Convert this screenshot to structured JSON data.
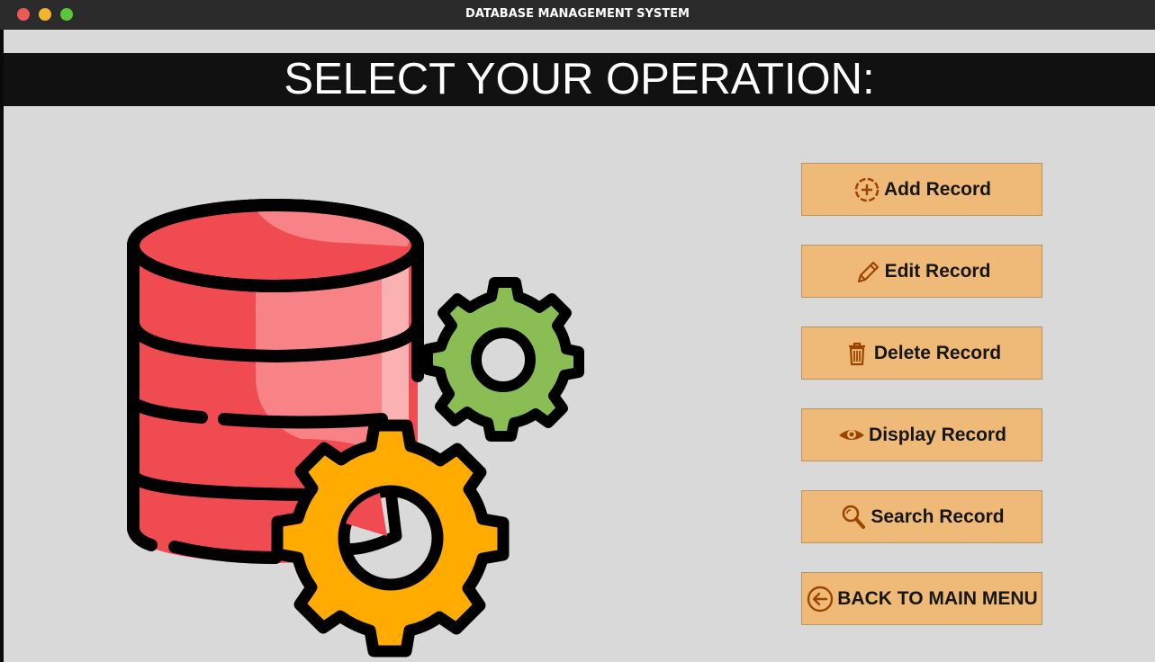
{
  "window": {
    "title": "DATABASE MANAGEMENT SYSTEM"
  },
  "header": {
    "title": "SELECT YOUR OPERATION:"
  },
  "illustration": {
    "icon": "database-gears-icon",
    "colors": {
      "database": "#f04b51",
      "database_highlight": "#f78386",
      "small_gear": "#8bbd55",
      "large_gear": "#ffab00",
      "outline": "#000000"
    }
  },
  "operations": [
    {
      "label": "Add Record",
      "icon": "add-circle-icon"
    },
    {
      "label": "Edit Record",
      "icon": "pencil-icon"
    },
    {
      "label": "Delete Record",
      "icon": "trash-icon"
    },
    {
      "label": "Display Record",
      "icon": "eye-icon"
    },
    {
      "label": "Search Record",
      "icon": "magnifier-icon"
    },
    {
      "label": "BACK TO MAIN MENU",
      "icon": "back-arrow-icon"
    }
  ],
  "colors": {
    "background": "#d9d9d9",
    "header_bg": "#111111",
    "button_bg": "#efba78",
    "icon_color": "#9b4500"
  }
}
